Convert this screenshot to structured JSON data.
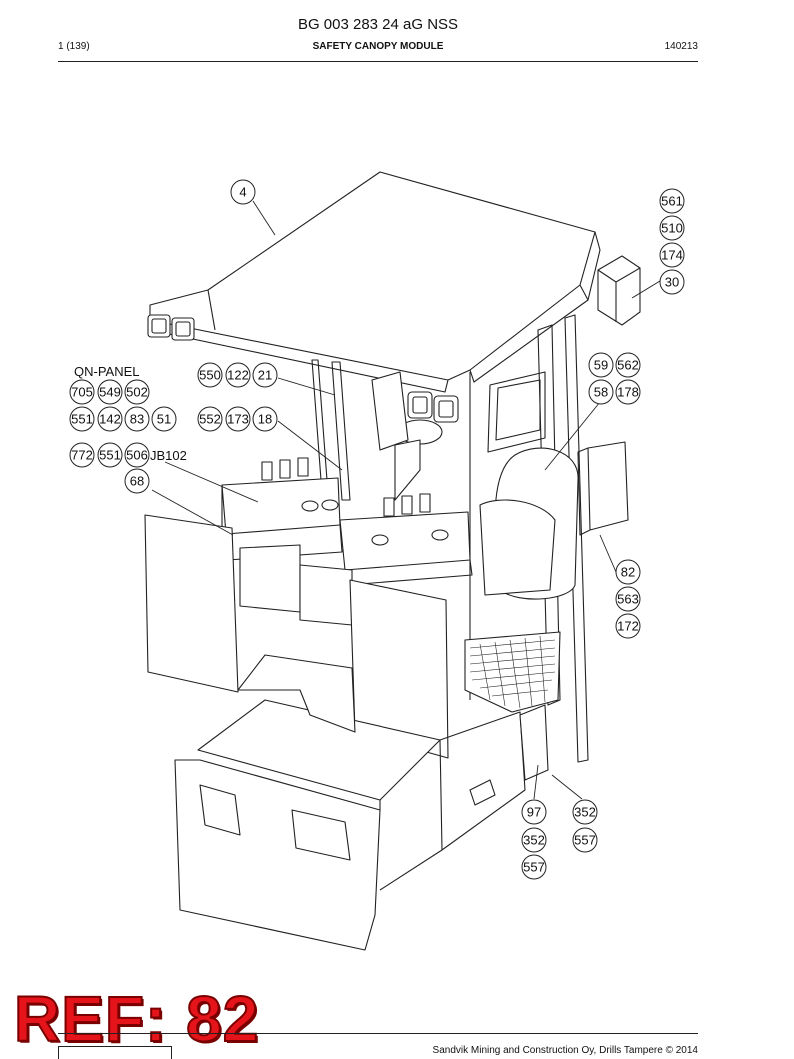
{
  "header": {
    "title": "BG 003 283 24 aG NSS",
    "page_count": "1 (139)",
    "section": "SAFETY CANOPY MODULE",
    "code": "140213"
  },
  "callouts": {
    "c4": "4",
    "c561": "561",
    "c510": "510",
    "c174": "174",
    "c30": "30",
    "c59": "59",
    "c562": "562",
    "c58": "58",
    "c178": "178",
    "c550": "550",
    "c122": "122",
    "c21": "21",
    "c552": "552",
    "c173": "173",
    "c18": "18",
    "c705": "705",
    "c549": "549",
    "c502": "502",
    "c551a": "551",
    "c142": "142",
    "c83": "83",
    "c51": "51",
    "c772": "772",
    "c551b": "551",
    "c506": "506",
    "c68": "68",
    "c82": "82",
    "c563": "563",
    "c172": "172",
    "c97": "97",
    "c352a": "352",
    "c557a": "557",
    "c352b": "352",
    "c557b": "557"
  },
  "labels": {
    "qn_panel": "QN-PANEL",
    "jb102": "JB102"
  },
  "stamp": "REF: 82",
  "footer": {
    "copyright": "Sandvik Mining and Construction Oy, Drills Tampere © 2014"
  }
}
